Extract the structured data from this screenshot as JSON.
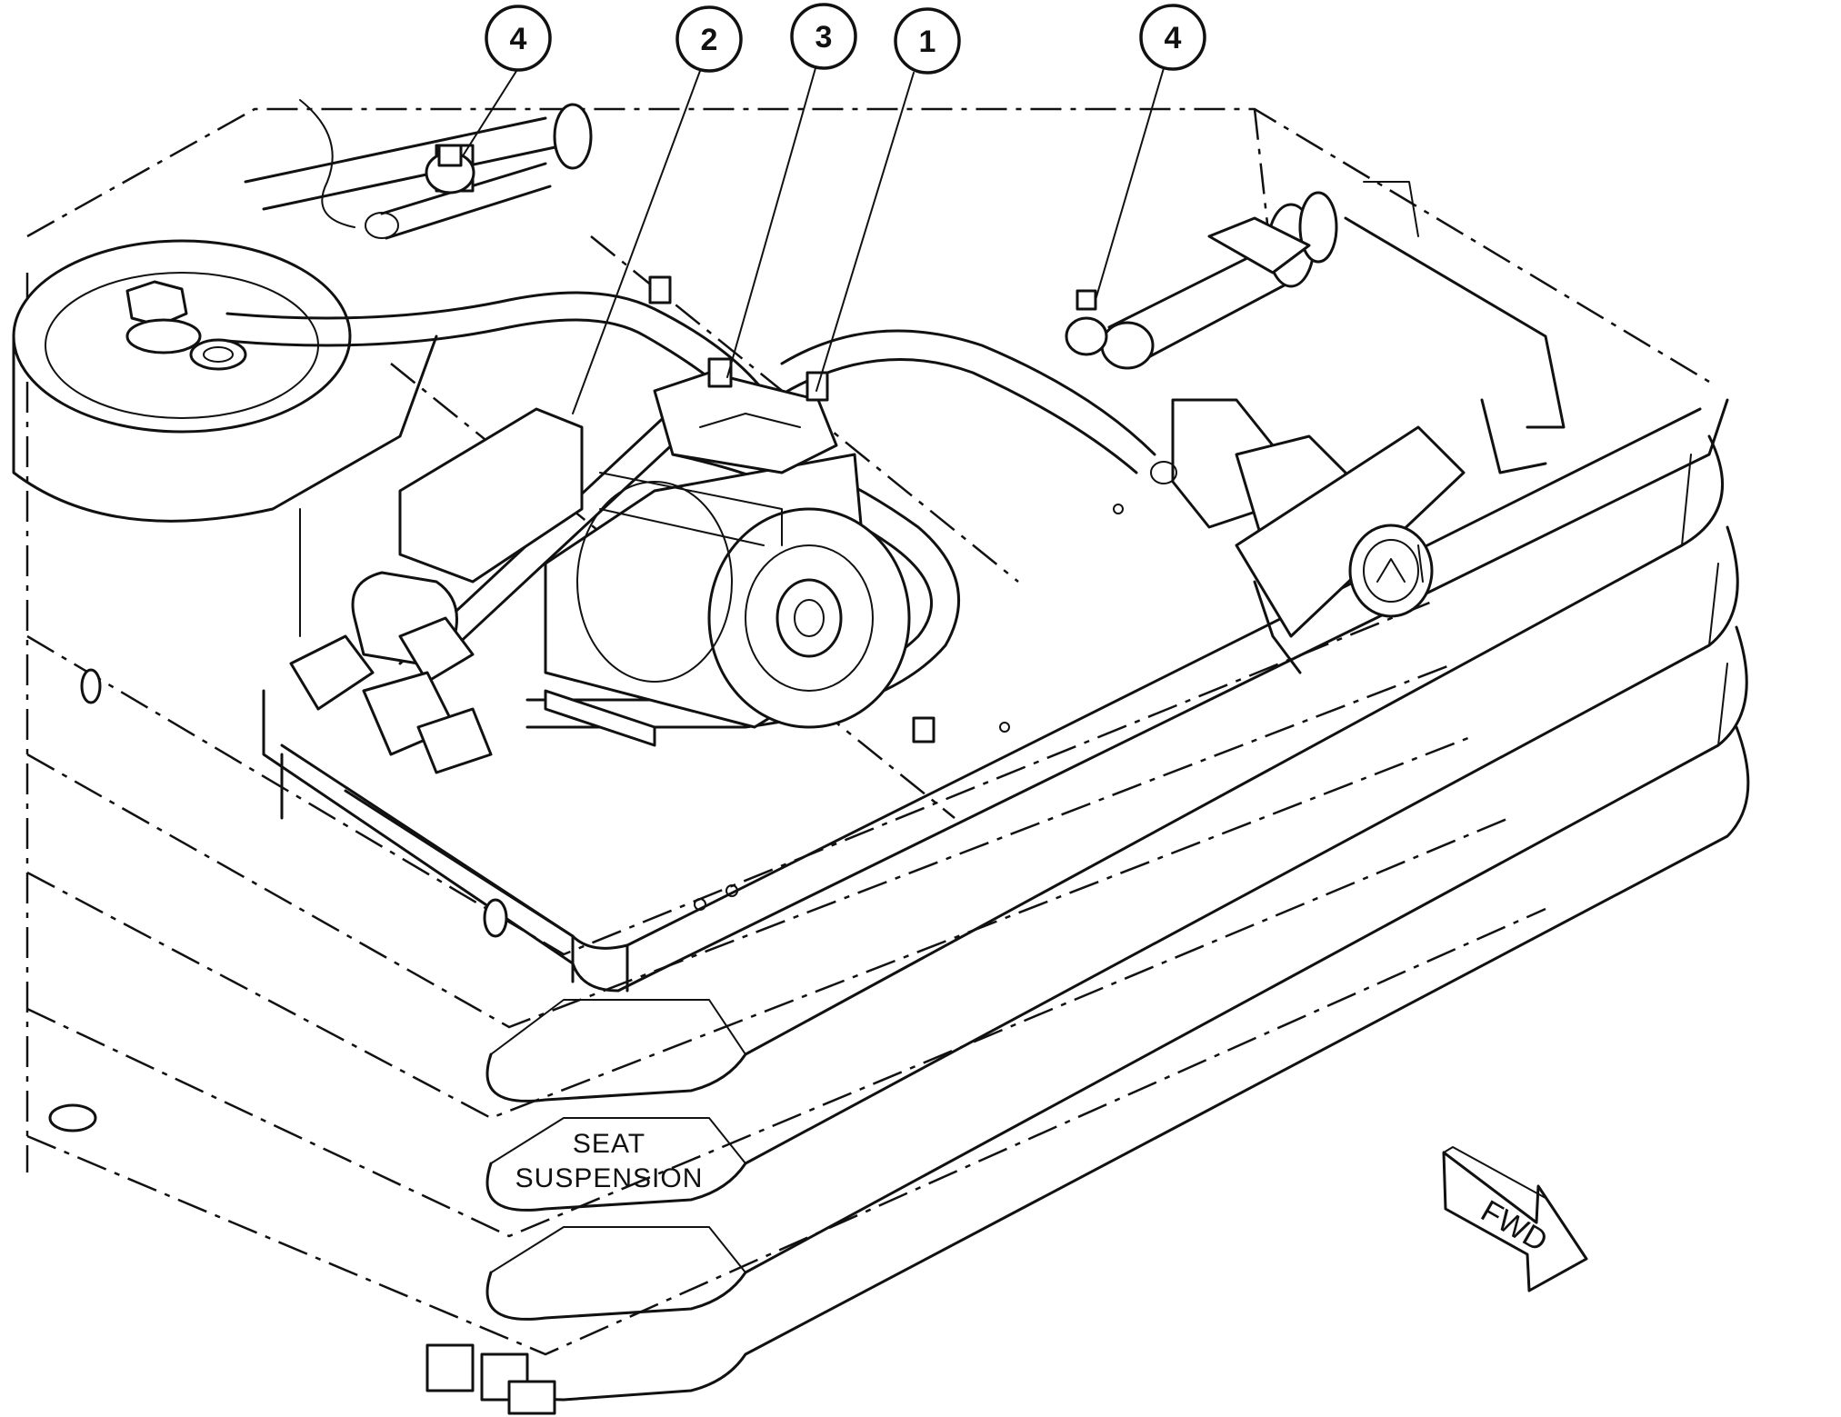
{
  "diagram": {
    "callouts": [
      {
        "id": "callout-4-left",
        "label": "4"
      },
      {
        "id": "callout-2",
        "label": "2"
      },
      {
        "id": "callout-3",
        "label": "3"
      },
      {
        "id": "callout-1",
        "label": "1"
      },
      {
        "id": "callout-4-right",
        "label": "4"
      }
    ],
    "seat_suspension_label_line1": "SEAT",
    "seat_suspension_label_line2": "SUSPENSION",
    "direction_arrow_label": "FWD"
  }
}
